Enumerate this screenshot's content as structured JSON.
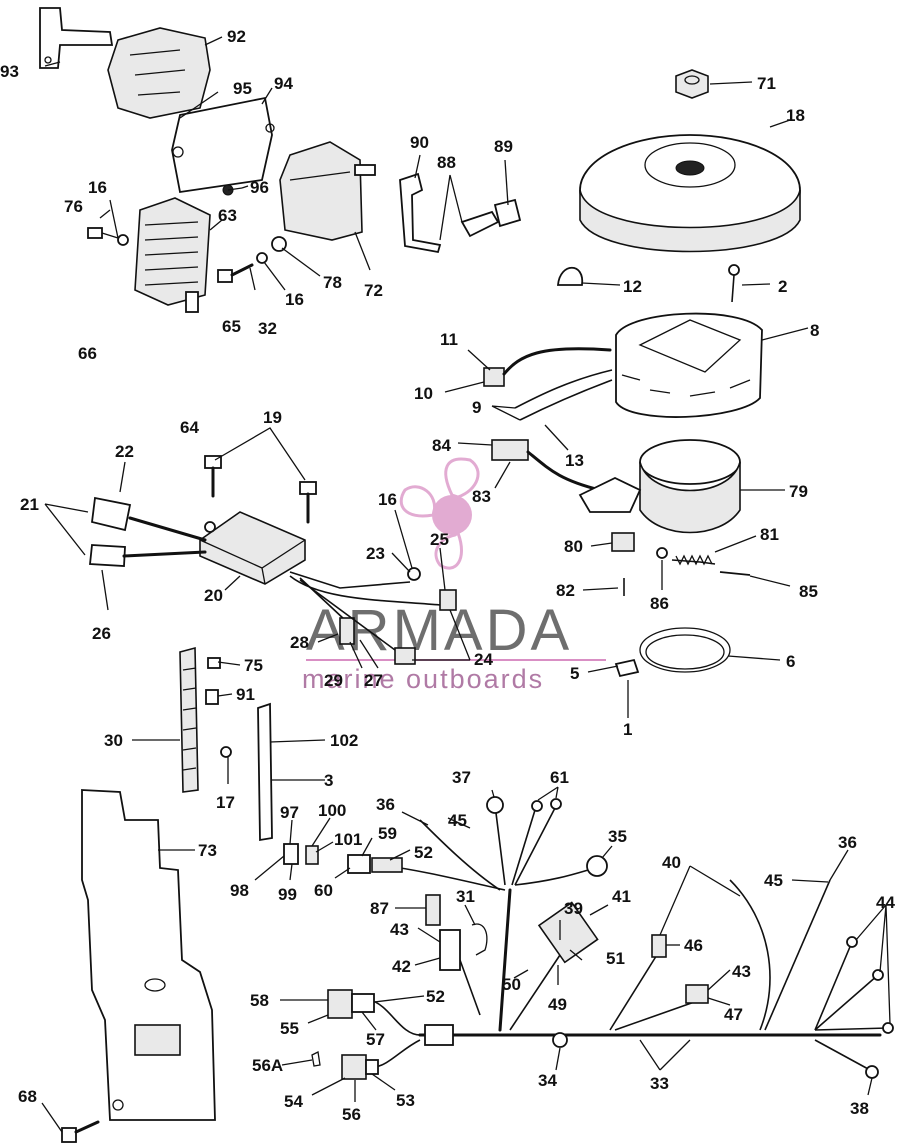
{
  "diagram": {
    "callouts": [
      "1",
      "2",
      "3",
      "5",
      "6",
      "8",
      "9",
      "10",
      "11",
      "12",
      "13",
      "16",
      "16",
      "16",
      "17",
      "18",
      "19",
      "20",
      "21",
      "22",
      "23",
      "24",
      "25",
      "26",
      "27",
      "28",
      "29",
      "30",
      "31",
      "32",
      "33",
      "34",
      "35",
      "36",
      "36",
      "37",
      "38",
      "39",
      "40",
      "41",
      "42",
      "43",
      "43",
      "44",
      "45",
      "45",
      "46",
      "47",
      "49",
      "50",
      "51",
      "52",
      "52",
      "53",
      "54",
      "55",
      "56",
      "56A",
      "57",
      "58",
      "59",
      "60",
      "61",
      "63",
      "64",
      "65",
      "66",
      "68",
      "71",
      "72",
      "73",
      "75",
      "76",
      "78",
      "79",
      "80",
      "81",
      "82",
      "83",
      "84",
      "85",
      "86",
      "87",
      "88",
      "89",
      "90",
      "91",
      "92",
      "93",
      "94",
      "95",
      "96",
      "97",
      "98",
      "99",
      "100",
      "101",
      "102"
    ]
  },
  "watermark": {
    "brand": "ARMADA",
    "tagline": "marine outboards",
    "accent_color": "#d98fc4"
  }
}
